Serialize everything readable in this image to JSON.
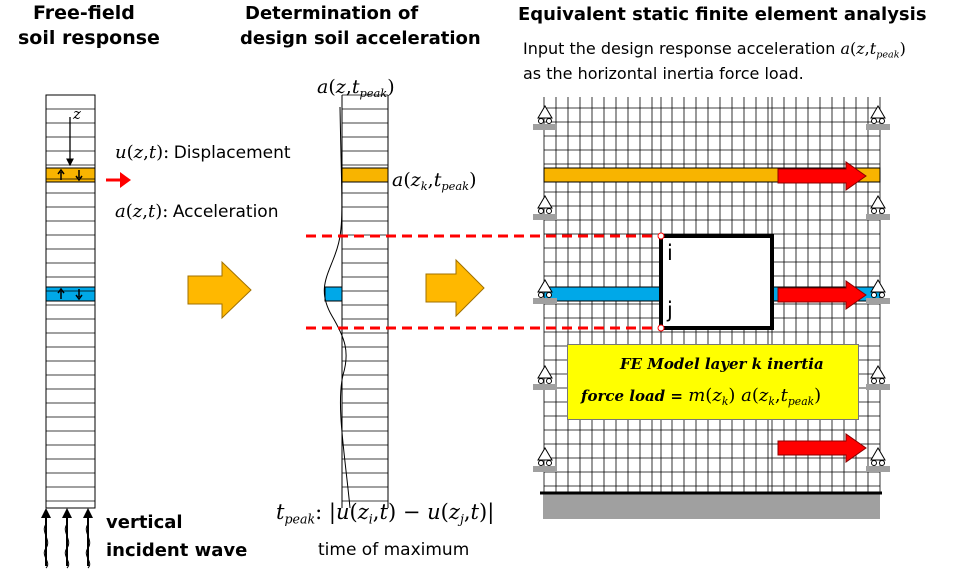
{
  "headers": {
    "free_field_line1": "Free-field",
    "free_field_line2": "soil response",
    "determination_line1": "Determination of",
    "determination_line2": "design soil acceleration",
    "equivalent": "Equivalent static finite element analysis"
  },
  "instruction": {
    "line1_prefix": "Input the design response acceleration",
    "line2": "as the horizontal inertia force load."
  },
  "math": {
    "a": "a",
    "u": "u",
    "m": "m",
    "z": "z",
    "t": "t",
    "t_peak_sub": "peak",
    "k_sub": "k",
    "i_sub": "i",
    "j_sub": "j",
    "colon": ":",
    "minus": "−",
    "equals": "="
  },
  "labels": {
    "displacement": "Displacement",
    "acceleration": "Acceleration",
    "z_arrow": "z",
    "node_i": "i",
    "node_j": "j",
    "vertical": "vertical",
    "incident_wave": "incident wave",
    "time_of_maximum": "time of maximum"
  },
  "fe_box": {
    "line1": "FE Model layer k inertia",
    "line2_prefix": "force load"
  },
  "colors": {
    "orange_layer": "#f8b400",
    "blue_layer": "#00a8e8",
    "big_arrow": "#ffb800",
    "red": "#ff0000",
    "yellow_box": "#ffff00",
    "ground": "#a0a0a0"
  }
}
